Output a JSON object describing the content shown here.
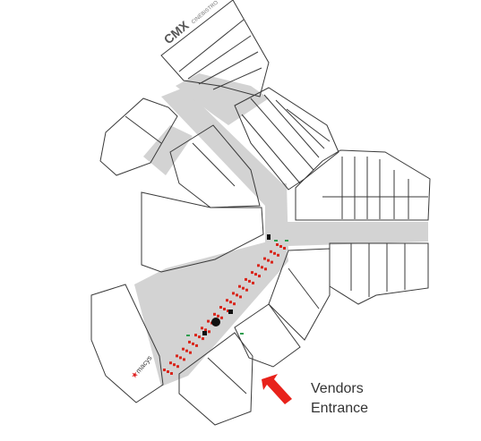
{
  "map": {
    "logo_text": "CMX",
    "logo_subtext": "CINÉBISTRO",
    "anchor_store": "macys",
    "vendor_label_line1": "Vendors",
    "vendor_label_line2": "Entrance",
    "vendor_row_count": 19,
    "colors": {
      "corridor": "#d3d3d3",
      "outline": "#3a3a3a",
      "vendor_dot": "#d9261c",
      "arrow": "#e8221b",
      "door_marker": "#2e9e4f",
      "star": "#e02020"
    }
  }
}
